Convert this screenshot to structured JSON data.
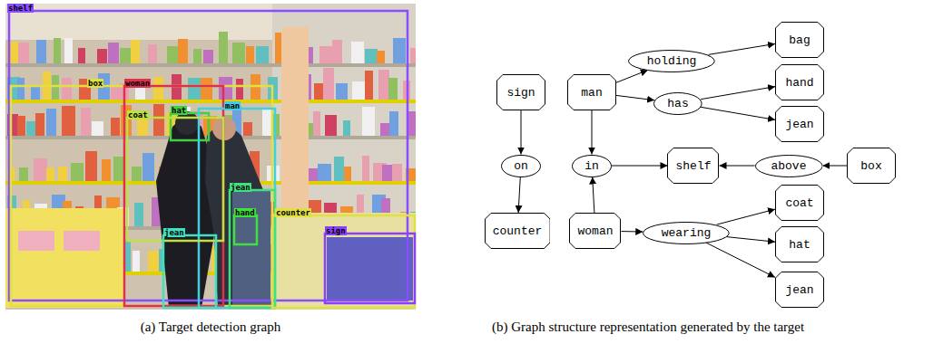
{
  "diagram": {
    "nodes": [
      {
        "text": [
          "sign"
        ]
      },
      {
        "text": [
          "man"
        ]
      },
      {
        "text": [
          "holding"
        ]
      },
      {
        "text": [
          "bag"
        ]
      },
      {
        "text": [
          "has"
        ]
      },
      {
        "text": [
          "hand"
        ]
      },
      {
        "text": [
          "jean"
        ]
      },
      {
        "text": [
          "on"
        ]
      },
      {
        "text": [
          "in"
        ]
      },
      {
        "text": [
          "shelf"
        ]
      },
      {
        "text": [
          "above"
        ]
      },
      {
        "text": [
          "box"
        ]
      },
      {
        "text": [
          "counter"
        ]
      },
      {
        "text": [
          "woman"
        ]
      },
      {
        "text": [
          "wearing"
        ]
      },
      {
        "text": [
          "coat"
        ]
      },
      {
        "text": [
          "hat"
        ]
      },
      {
        "text": [
          "jean"
        ]
      }
    ],
    "edges": [
      {
        "from": 1,
        "to": 2,
        "arrow": "to"
      },
      {
        "from": 2,
        "to": 3,
        "arrow": "to"
      },
      {
        "from": 1,
        "to": 4,
        "arrow": "to"
      },
      {
        "from": 4,
        "to": 5,
        "arrow": "to"
      },
      {
        "from": 4,
        "to": 6,
        "arrow": "to"
      },
      {
        "from": 0,
        "to": 7,
        "arrow": "to"
      },
      {
        "from": 7,
        "to": 12,
        "arrow": "to"
      },
      {
        "from": 1,
        "to": 8,
        "arrow": "to"
      },
      {
        "from": 13,
        "to": 8,
        "arrow": "to"
      },
      {
        "from": 8,
        "to": 9,
        "arrow": "to"
      },
      {
        "from": 11,
        "to": 10,
        "arrow": "to"
      },
      {
        "from": 10,
        "to": 9,
        "arrow": "to"
      },
      {
        "from": 13,
        "to": 14,
        "arrow": "to"
      },
      {
        "from": 14,
        "to": 15,
        "arrow": "to"
      },
      {
        "from": 14,
        "to": 16,
        "arrow": "to"
      },
      {
        "from": 14,
        "to": 17,
        "arrow": "to"
      }
    ],
    "labels": [
      "shelf",
      "box",
      "woman",
      "hat",
      "man",
      "coat",
      "jean",
      "hand",
      "counter",
      "jean",
      "sign",
      "(a) Target detection graph",
      "(b) Graph structure representation generated by the target"
    ]
  }
}
